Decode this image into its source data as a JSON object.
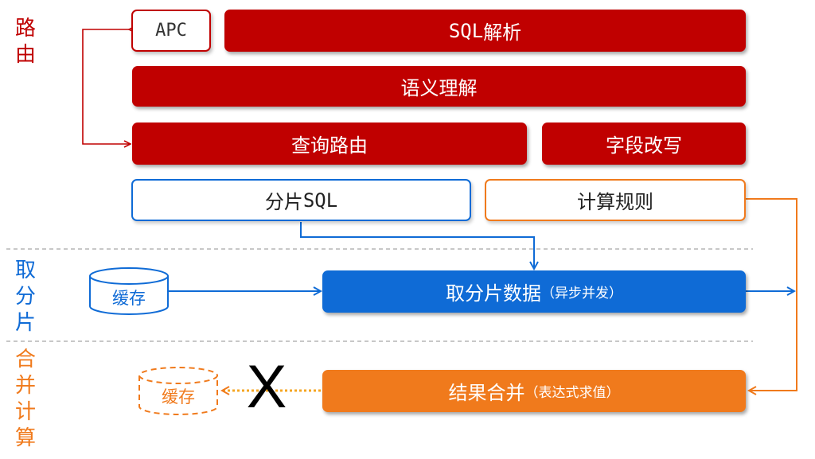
{
  "side_labels": {
    "route": [
      "路",
      "由"
    ],
    "fetch": [
      "取",
      "分",
      "片"
    ],
    "merge": [
      "合",
      "并",
      "计",
      "算"
    ]
  },
  "boxes": {
    "apc": "APC",
    "sql_parse_prefix": "SQL",
    "sql_parse_suffix": "解析",
    "semantic": "语义理解",
    "query_route": "查询路由",
    "field_rewrite": "字段改写",
    "shard_sql_prefix": "分片",
    "shard_sql_suffix": "SQL",
    "compute_rule": "计算规则",
    "fetch_shard_main": "取分片数据",
    "fetch_shard_note": "（异步并发）",
    "merge_main": "结果合并",
    "merge_note": "（表达式求值）"
  },
  "caches": {
    "cache_top": "缓存",
    "cache_bottom": "缓存"
  },
  "cross_mark": "X",
  "colors": {
    "red": "#c00000",
    "blue": "#0f6bd6",
    "orange": "#f07a1c",
    "divider": "#a6a6a6"
  }
}
